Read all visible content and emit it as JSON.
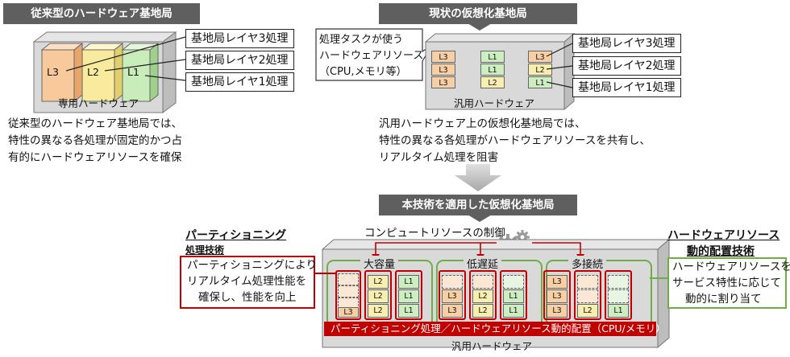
{
  "headers": {
    "legacy": "従来型のハードウェア基地局",
    "current": "現状の仮想化基地局",
    "proposed": "本技術を適用した仮想化基地局"
  },
  "layers": {
    "l3": "L3",
    "l2": "L2",
    "l1": "L1"
  },
  "labels": {
    "layer3": "基地局レイヤ3処理",
    "layer2": "基地局レイヤ2処理",
    "layer1": "基地局レイヤ1処理"
  },
  "legacy": {
    "hw_caption": "専用ハードウェア",
    "desc": [
      "従来型のハードウェア基地局では、",
      "特性の異なる各処理が固定的かつ占",
      "有的にハードウェアリソースを確保"
    ]
  },
  "current": {
    "callout": [
      "処理タスクが使う",
      "ハードウェアリソース",
      "（CPU,メモリ等）"
    ],
    "hw_caption": "汎用ハードウェア",
    "desc": [
      "汎用ハードウェア上の仮想化基地局では、",
      "特性の異なる各処理がハードウェアリソースを共有し、",
      "リアルタイム処理を阻害"
    ]
  },
  "proposed": {
    "compute_control": "コンピュートリソースの制御",
    "partition_title": [
      "パーティショニング",
      "処理技術"
    ],
    "partition_desc": [
      "パーティショニングにより",
      "リアルタイム処理性能を",
      "確保し、性能を向上"
    ],
    "dynamic_title": [
      "ハードウェアリソース",
      "動的配置技術"
    ],
    "dynamic_desc": [
      "ハードウェアリソースを",
      "サービス特性に応じて",
      "動的に割り当て"
    ],
    "groups": [
      "大容量",
      "低遅延",
      "多接続"
    ],
    "bar": "パーティショニング処理／ハードウェアリソース動的配置（CPU/メモリ）",
    "hw_caption": "汎用ハードウェア"
  },
  "colors": {
    "header_bg": "#5f5f5f",
    "red": "#c00000",
    "green": "#70ad47"
  },
  "icons": [
    "gear-icon",
    "down-arrow-icon"
  ]
}
